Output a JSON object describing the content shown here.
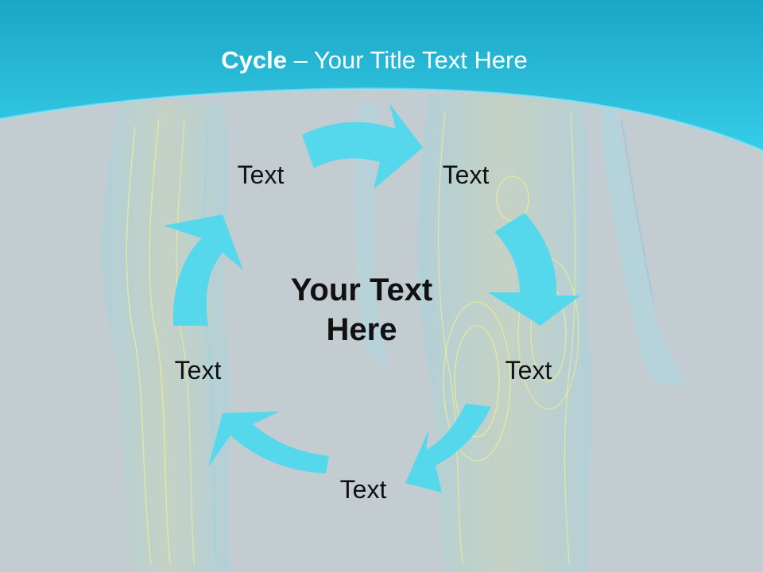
{
  "title": {
    "bold": "Cycle",
    "dash": " – ",
    "rest": "Your Title Text Here"
  },
  "center_text": {
    "line1": "Your Text",
    "line2": "Here"
  },
  "steps": [
    {
      "label": "Text"
    },
    {
      "label": "Text"
    },
    {
      "label": "Text"
    },
    {
      "label": "Text"
    },
    {
      "label": "Text"
    }
  ],
  "colors": {
    "header": "#2bbfe0",
    "background": "#c3ccd0",
    "arrow": "#56d8ec",
    "contour": "#e7ec9a"
  }
}
